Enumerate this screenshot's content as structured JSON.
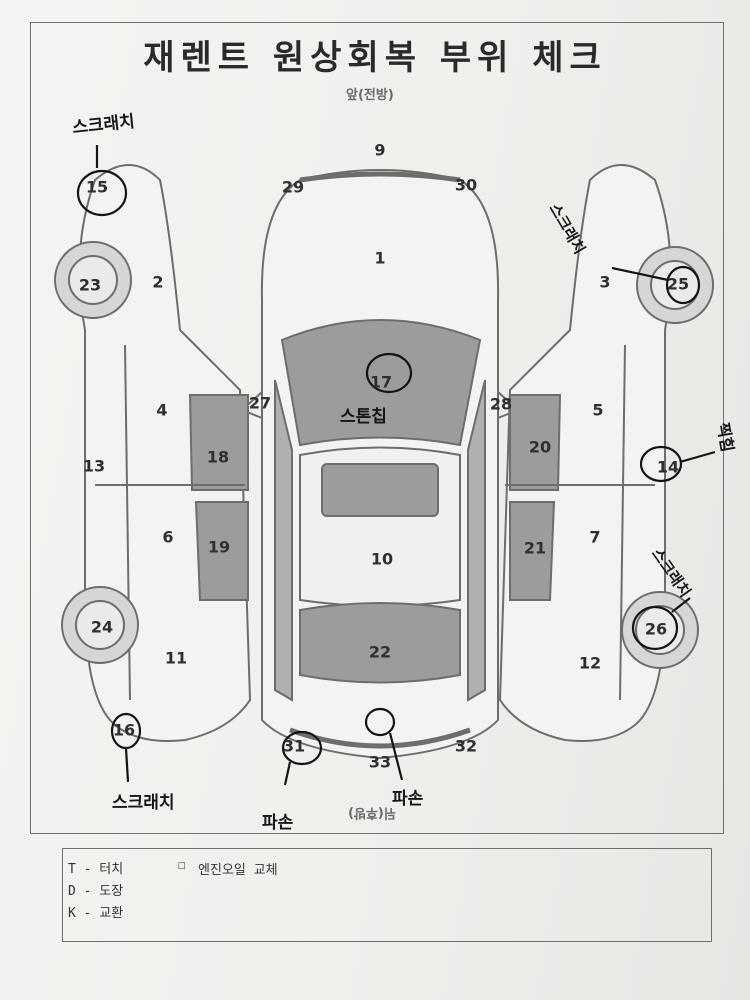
{
  "document": {
    "title": "재렌트 원상회복 부위 체크",
    "front_label": "앞(전방)",
    "rear_label": "뒤(후방)"
  },
  "part_numbers": [
    "1",
    "2",
    "3",
    "4",
    "5",
    "6",
    "7",
    "9",
    "10",
    "11",
    "12",
    "13",
    "14",
    "15",
    "16",
    "17",
    "18",
    "19",
    "20",
    "21",
    "22",
    "23",
    "24",
    "25",
    "26",
    "27",
    "28",
    "29",
    "30",
    "31",
    "32",
    "33"
  ],
  "legend": {
    "touch": "T - 터치",
    "paint": "D - 도장",
    "replace": "K - 교환",
    "oil": "엔진오일 교체",
    "oil_checkbox": "☐"
  },
  "handwritten_notes": {
    "n15": "스크래치",
    "n25": "스크래치",
    "n17": "스톤칩",
    "n14": "찍힘",
    "n26": "스크래치",
    "n16": "스크래치",
    "n31": "파손",
    "n33": "파손"
  },
  "colors": {
    "shade": "#9c9c9c",
    "line": "#6d6d6d",
    "ink": "#141414"
  }
}
